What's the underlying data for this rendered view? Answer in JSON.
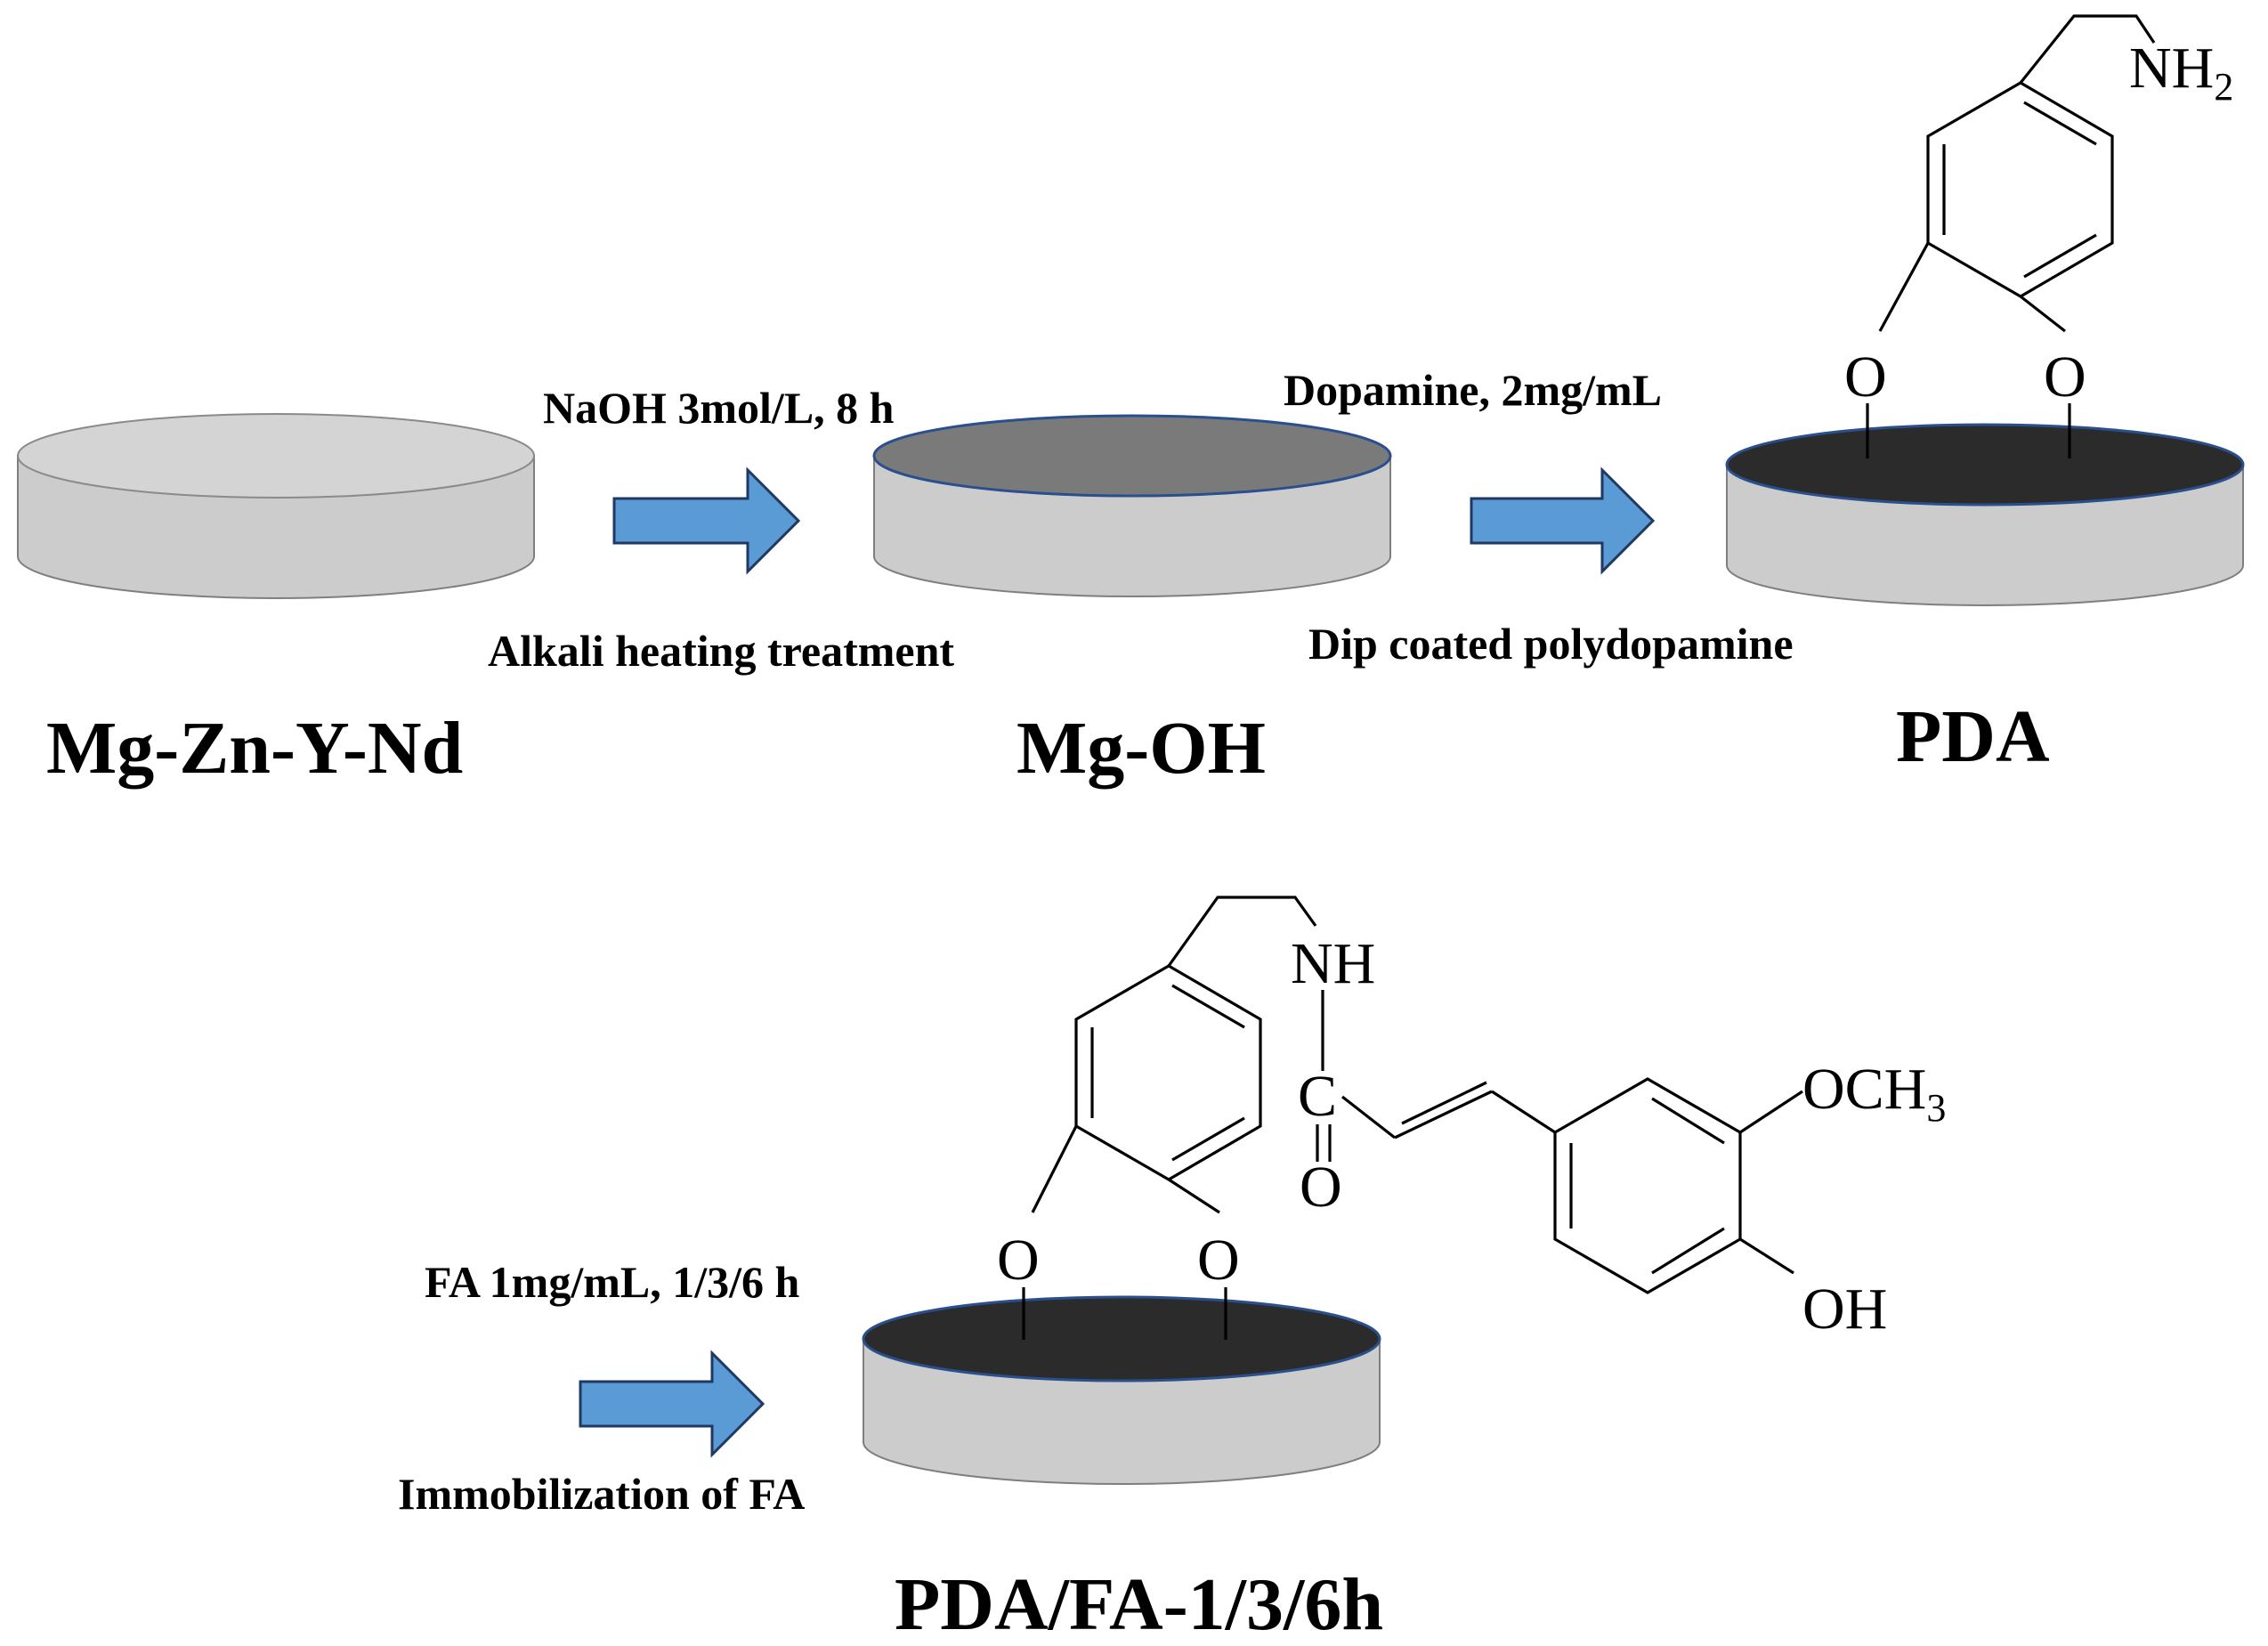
{
  "colors": {
    "disk_side": "#cccccc",
    "disk_top_plain": "#d4d4d4",
    "disk_top_oh": "#7a7a7a",
    "disk_top_pda": "#2b2b2b",
    "disk_rim": "#2a4f8f",
    "arrow_fill": "#5b9bd5",
    "arrow_stroke": "#1f3864"
  },
  "samples": {
    "substrate": "Mg-Zn-Y-Nd",
    "hydroxide": "Mg-OH",
    "pda": "PDA",
    "fa": "PDA/FA-1/3/6h"
  },
  "steps": [
    {
      "condition": "NaOH 3mol/L, 8 h",
      "process": "Alkali heating treatment",
      "arrow_icon": "right-arrow"
    },
    {
      "condition": "Dopamine,  2mg/mL",
      "process": "Dip coated polydopamine",
      "arrow_icon": "right-arrow"
    },
    {
      "condition": "FA 1mg/mL, 1/3/6 h",
      "process": "Immobilization of FA",
      "arrow_icon": "right-arrow"
    }
  ],
  "pda_structure": {
    "amine": "NH",
    "amine_sub": "2",
    "oxygen_left": "O",
    "oxygen_right": "O"
  },
  "fa_structure": {
    "amide_nh": "NH",
    "carbonyl_c": "C",
    "carbonyl_o": "O",
    "methoxy": "OCH",
    "methoxy_sub": "3",
    "hydroxyl": "OH",
    "oxygen_left": "O",
    "oxygen_right": "O"
  }
}
